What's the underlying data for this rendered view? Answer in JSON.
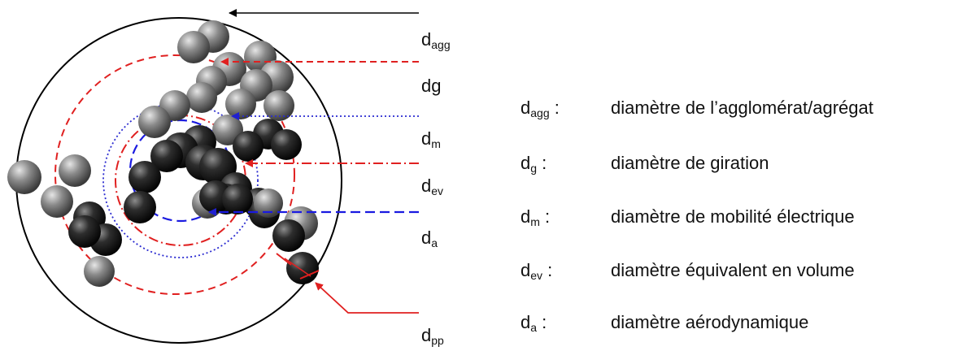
{
  "callouts": [
    {
      "id": "agg",
      "base": "d",
      "sub": "agg"
    },
    {
      "id": "g",
      "base": "dg",
      "sub": ""
    },
    {
      "id": "m",
      "base": "d",
      "sub": "m"
    },
    {
      "id": "ev",
      "base": "d",
      "sub": "ev"
    },
    {
      "id": "a",
      "base": "d",
      "sub": "a"
    },
    {
      "id": "pp",
      "base": "d",
      "sub": "pp"
    }
  ],
  "legend": [
    {
      "base": "d",
      "sub": "agg",
      "sep": " :",
      "desc": "diamètre de l’agglomérat/agrégat"
    },
    {
      "base": "d",
      "sub": "g",
      "sep": " :",
      "desc": "diamètre de giration"
    },
    {
      "base": "d",
      "sub": "m",
      "sep": " :",
      "desc": "diamètre de mobilité électrique"
    },
    {
      "base": "d",
      "sub": "ev",
      "sep": " :",
      "desc": "diamètre équivalent en volume"
    },
    {
      "base": "d",
      "sub": "a",
      "sep": " :",
      "desc": "diamètre aérodynamique"
    }
  ],
  "colors": {
    "outline": "#000000",
    "red": "#e02020",
    "blue_dotted": "#2b2bd0",
    "blue_dashed": "#1a1ae0",
    "sphere_dark": "#1a1a1a",
    "sphere_mid": "#5a5a5a",
    "sphere_light": "#d0d0d0"
  }
}
